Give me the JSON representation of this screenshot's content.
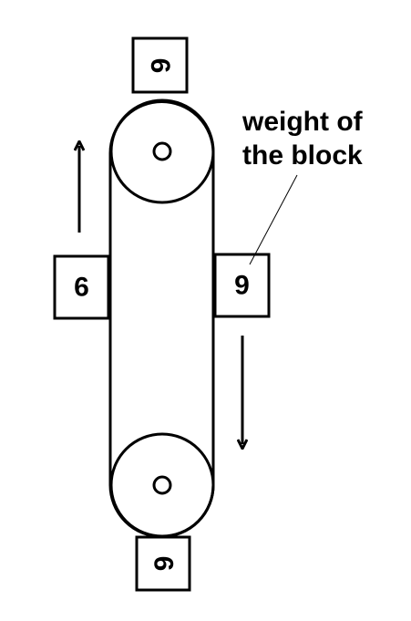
{
  "blocks": {
    "top": {
      "label": "6"
    },
    "left": {
      "label": "6"
    },
    "right": {
      "label": "9"
    },
    "bottom": {
      "label": "6"
    }
  },
  "annotation": {
    "line1": "weight of",
    "line2": "the block"
  },
  "colors": {
    "stroke": "#000000",
    "background": "#ffffff"
  },
  "icons": {
    "up_arrow": "arrow-up-icon",
    "down_arrow": "arrow-down-icon"
  }
}
